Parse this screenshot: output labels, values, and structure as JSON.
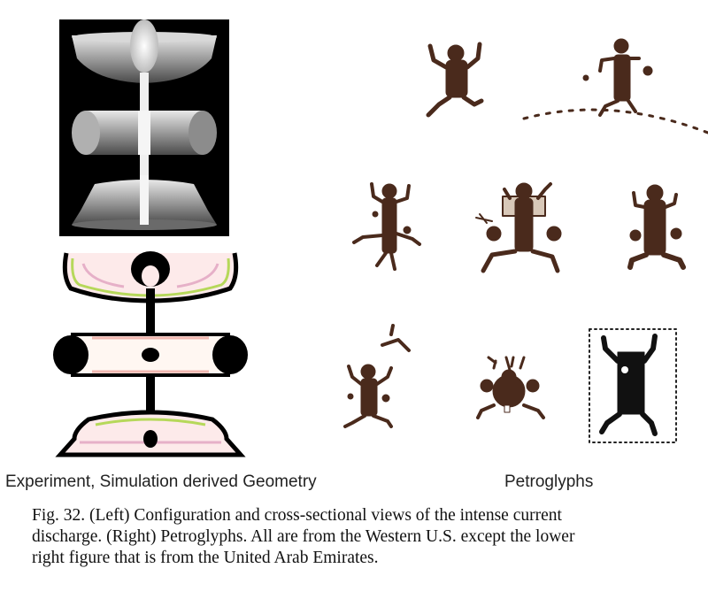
{
  "left_caption": "Experiment, Simulation derived Geometry",
  "right_caption": "Petroglyphs",
  "figure_caption": {
    "line1": "Fig. 32.    (Left) Configuration and cross-sectional views of the intense current",
    "line2": "discharge. (Right) Petroglyphs. All are from the Western U.S. except the lower",
    "line3": "right figure that is from the United Arab Emirates."
  },
  "colors": {
    "petroglyph": "#4a2a1c",
    "render_bg": "#000000",
    "plasma_outline_green": "#b6d85a",
    "plasma_fill_pink": "#f4c9c6"
  }
}
